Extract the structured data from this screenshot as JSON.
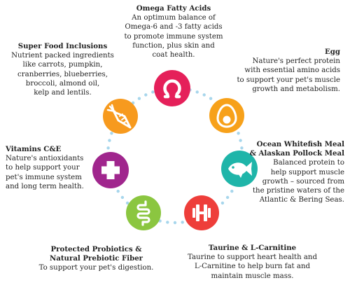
{
  "features": [
    {
      "id": "omega",
      "title": "Omega Fatty Acids",
      "lines": [
        "An optimum balance of",
        "Omega-6 and -3 fatty acids",
        "to promote immune system",
        "function, plus skin and",
        "coat health."
      ],
      "color": "#e5205a",
      "icon": "omega-icon"
    },
    {
      "id": "egg",
      "title": "Egg",
      "lines": [
        "Nature's perfect protein",
        "with essential amino acids",
        "to support your pet's muscle",
        "growth and metabolism."
      ],
      "color": "#f7a11a",
      "icon": "egg-icon"
    },
    {
      "id": "fish",
      "title_lines": [
        "Ocean Whitefish Meal",
        "& Alaskan Pollock Meal"
      ],
      "lines": [
        "Balanced protein to",
        "help support muscle",
        "growth – sourced from",
        "the pristine waters of the",
        "Atlantic & Bering Seas."
      ],
      "color": "#1fb5a9",
      "icon": "fish-icon"
    },
    {
      "id": "taurine",
      "title": "Taurine & L-Carnitine",
      "lines": [
        "Taurine to support heart health and",
        "L-Carnitine to help burn fat and",
        "maintain muscle mass."
      ],
      "color": "#ee3e3a",
      "icon": "dumbbell-icon"
    },
    {
      "id": "probiotics",
      "title_lines": [
        "Protected Probiotics &",
        "Natural Prebiotic Fiber"
      ],
      "lines": [
        "To support your pet's digestion."
      ],
      "color": "#8bc640",
      "icon": "intestine-icon"
    },
    {
      "id": "vitamins",
      "title": "Vitamins C&E",
      "lines": [
        "Nature's antioxidants",
        "to help support your",
        "pet's immune system",
        "and long term health."
      ],
      "color": "#a0268d",
      "icon": "health-cross-icon"
    },
    {
      "id": "superfood",
      "title": "Super Food Inclusions",
      "lines": [
        "Nutrient packed ingredients",
        "like carrots, pumpkin,",
        "cranberries, blueberries,",
        "broccoli, almond oil,",
        "kelp and lentils."
      ],
      "color": "#f79a1e",
      "icon": "carrot-icon"
    }
  ],
  "ring_color": "#a7d6ec"
}
